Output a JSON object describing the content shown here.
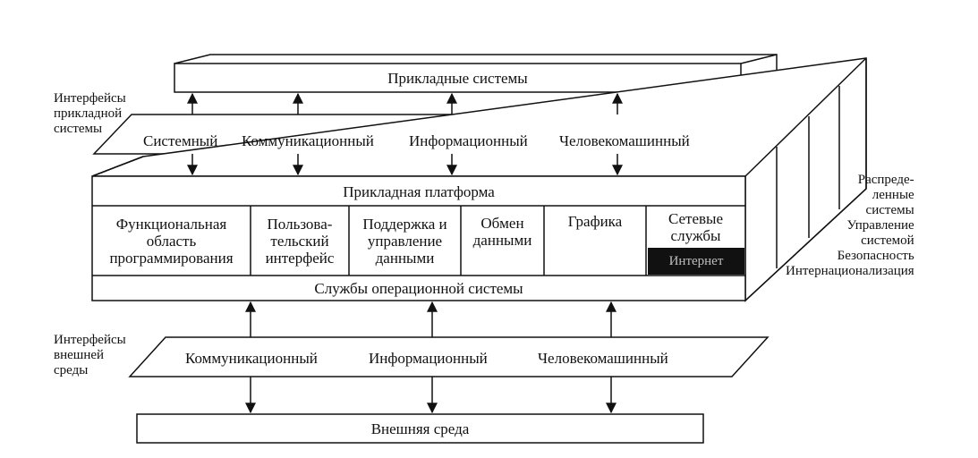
{
  "top_box": "Прикладные системы",
  "app_interfaces": {
    "label": "Интерфейсы\nприкладной\nсистемы",
    "items": [
      "Системный",
      "Коммуникационный",
      "Информационный",
      "Человекомашинный"
    ]
  },
  "platform": {
    "title": "Прикладная платформа",
    "cells": [
      "Функциональная\nобласть\nпрограммирования",
      "Пользова-\nтельский\nинтерфейс",
      "Поддержка и\nуправление\nданными",
      "Обмен\nданными",
      "Графика",
      "Сетевые\nслужбы"
    ],
    "internet": "Интернет",
    "os_services": "Службы операционной системы"
  },
  "side_services": "Распреде-\nленные\nсистемы\nУправление\nсистемой\nБезопасность\nИнтернационализация",
  "env_interfaces": {
    "label": "Интерфейсы\nвнешней\nсреды",
    "items": [
      "Коммуникационный",
      "Информационный",
      "Человекомашинный"
    ]
  },
  "bottom_box": "Внешняя среда"
}
